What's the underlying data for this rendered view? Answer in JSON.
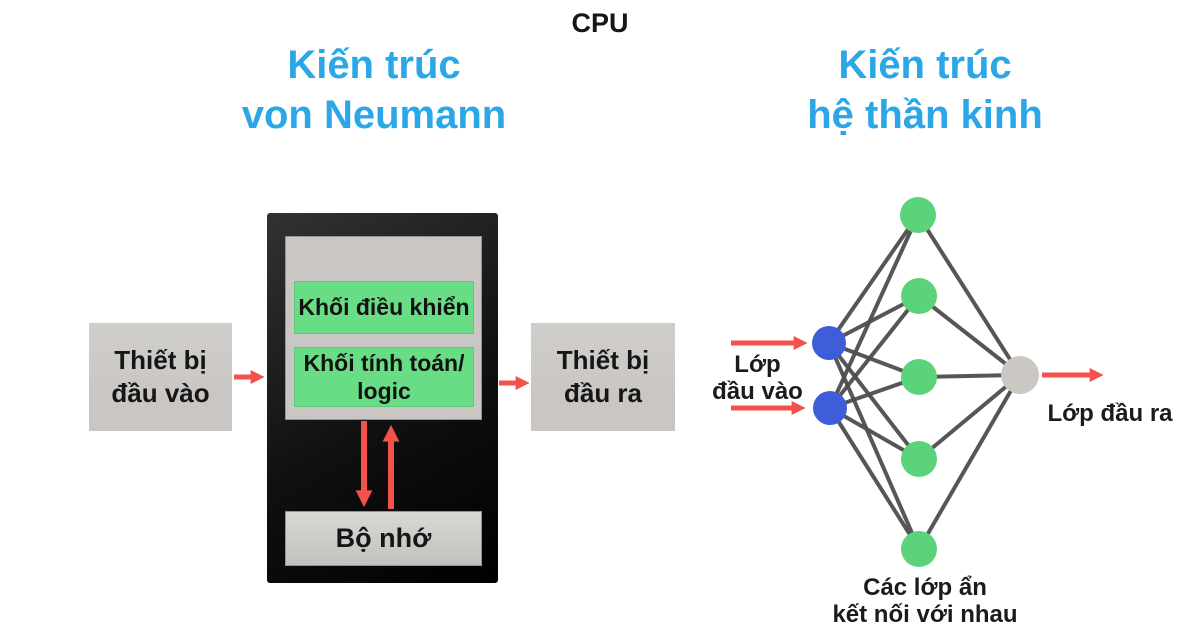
{
  "titles": {
    "left": "Kiến trúc\nvon Neumann",
    "right": "Kiến trúc\nhệ thần kinh"
  },
  "von_neumann": {
    "input_device_label": "Thiết bị\nđầu vào",
    "output_device_label": "Thiết bị\nđầu ra",
    "cpu_label": "CPU",
    "control_unit_label": "Khối điều khiển",
    "alu_label": "Khối tính toán/\nlogic",
    "memory_label": "Bộ nhớ"
  },
  "neural_network": {
    "input_layer_label": "Lớp\nđầu vào",
    "output_layer_label": "Lớp đầu ra",
    "hidden_layer_label": "Các lớp ẩn\nkết nối với nhau",
    "input_node_count": 2,
    "hidden_node_count": 5,
    "output_node_count": 1
  },
  "colors": {
    "title_blue": "#2BA7E8",
    "arrow_red": "#F2514C",
    "box_gray": "#C9C6C3",
    "box_green": "#68DD85",
    "frame_black": "#111111",
    "node_green": "#5BD37A",
    "node_blue": "#3E5ED9",
    "node_gray": "#CBC8C3",
    "line_gray": "#4E4E4E",
    "text_dark": "#161616"
  }
}
